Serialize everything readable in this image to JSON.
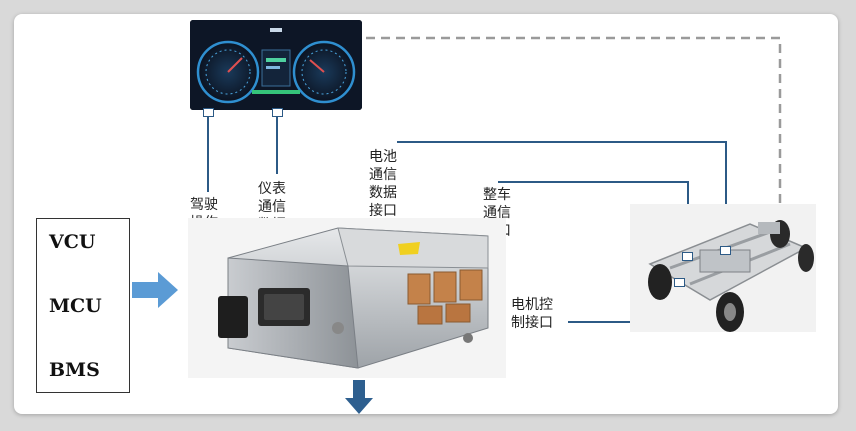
{
  "vcu_box": {
    "line1": "VCU",
    "line2": "MCU",
    "line3": "BMS"
  },
  "labels": {
    "driver_interface": "驾驶\n操作\n数据\n接口",
    "instrument_interface": "仪表\n通信\n数据\n接口",
    "battery_interface": "电池\n通信\n数据\n接口",
    "vehicle_interface": "整车\n通信\n接口",
    "motor_interface": "电机控\n制接口"
  },
  "colors": {
    "connector_line": "#2c5a86",
    "dashed_line": "#9a9a9a",
    "arrow_right": "#5b9bd5",
    "arrow_down": "#2e5f8f"
  }
}
